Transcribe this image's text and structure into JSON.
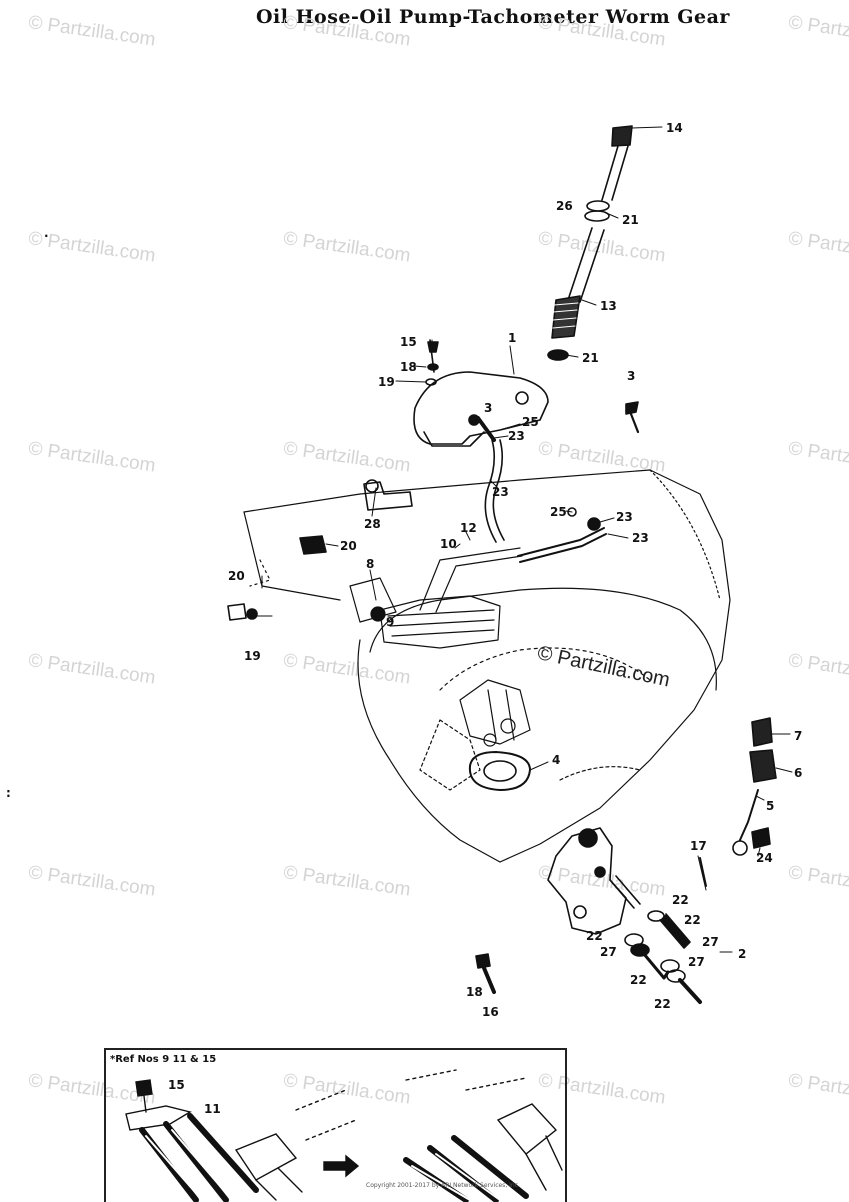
{
  "title": "Oil Hose-Oil Pump-Tachometer Worm Gear",
  "watermark": "© Partzilla.com",
  "center_watermark": "© Partzilla.com",
  "callouts": {
    "c14": "14",
    "c26": "26",
    "c21a": "21",
    "c13": "13",
    "c21b": "21",
    "c15": "15",
    "c1": "1",
    "c18a": "18",
    "c19a": "19",
    "c3a": "3",
    "c3b": "3",
    "c25a": "25",
    "c23a": "23",
    "c23b": "23",
    "c25b": "25",
    "c23c": "23",
    "c23d": "23",
    "c12": "12",
    "c10": "10",
    "c28": "28",
    "c20a": "20",
    "c20b": "20",
    "c8": "8",
    "c19b": "19",
    "c9": "9",
    "c4": "4",
    "c7": "7",
    "c6": "6",
    "c5": "5",
    "c24": "24",
    "c17": "17",
    "c22a": "22",
    "c22b": "22",
    "c22c": "22",
    "c22d": "22",
    "c22e": "22",
    "c27a": "27",
    "c27b": "27",
    "c27c": "27",
    "c2": "2",
    "c18b": "18",
    "c16": "16"
  },
  "inset": {
    "note": "*Ref Nos 9 11 & 15",
    "label_15": "15",
    "label_11": "11",
    "copyright": "Copyright 2001-2017 by ARI Network Services, Inc."
  },
  "colors": {
    "line": "#111111",
    "watermark": "#d4d4d4",
    "background": "#ffffff"
  }
}
